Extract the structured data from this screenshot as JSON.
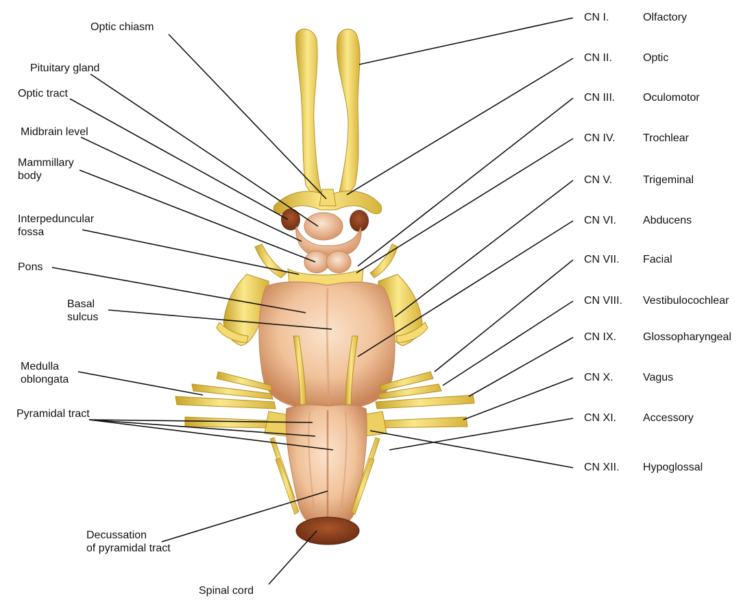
{
  "colors": {
    "nerve_fill": "#f4d86a",
    "nerve_light": "#fdf0a8",
    "nerve_shadow": "#c9a52b",
    "stem_fill": "#f2c9a4",
    "stem_shadow": "#c98559",
    "stem_dark": "#9a5a33",
    "cut_surface": "#8a3f1e",
    "leader_line": "#111111"
  },
  "left_labels": {
    "optic_chiasm": "Optic chiasm",
    "pituitary_gland": "Pituitary gland",
    "optic_tract": "Optic tract",
    "midbrain_level": "Midbrain level",
    "mammillary_body": [
      "Mammillary",
      "body"
    ],
    "interpeduncular_fossa": [
      "Interpeduncular",
      "fossa"
    ],
    "pons": "Pons",
    "basal_sulcus": [
      "Basal",
      "sulcus"
    ],
    "medulla_oblongata": [
      "Medulla",
      "oblongata"
    ],
    "pyramidal_tract": "Pyramidal tract",
    "decussation": [
      "Decussation",
      "of pyramidal tract"
    ],
    "spinal_cord": "Spinal cord"
  },
  "cranial_nerves": [
    {
      "number": "CN I.",
      "name": "Olfactory"
    },
    {
      "number": "CN II.",
      "name": "Optic"
    },
    {
      "number": "CN III.",
      "name": "Oculomotor"
    },
    {
      "number": "CN IV.",
      "name": "Trochlear"
    },
    {
      "number": "CN V.",
      "name": "Trigeminal"
    },
    {
      "number": "CN VI.",
      "name": "Abducens"
    },
    {
      "number": "CN VII.",
      "name": "Facial"
    },
    {
      "number": "CN VIII.",
      "name": "Vestibulocochlear"
    },
    {
      "number": "CN IX.",
      "name": "Glossopharyngeal"
    },
    {
      "number": "CN X.",
      "name": "Vagus"
    },
    {
      "number": "CN XI.",
      "name": "Accessory"
    },
    {
      "number": "CN XII.",
      "name": "Hypoglossal"
    }
  ]
}
